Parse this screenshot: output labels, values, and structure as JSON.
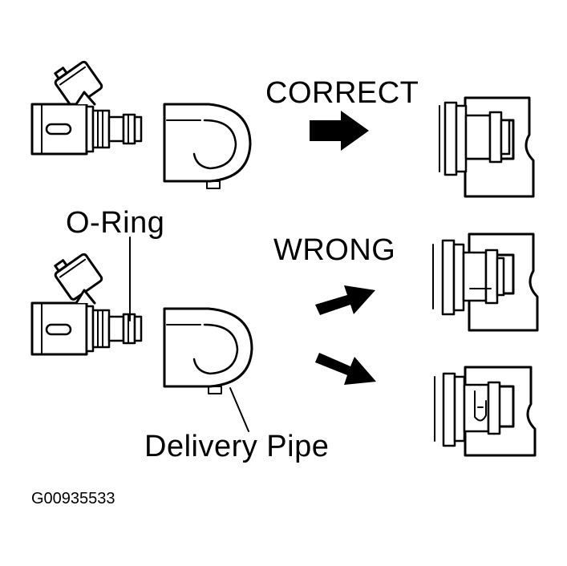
{
  "labels": {
    "correct": "CORRECT",
    "wrong": "WRONG",
    "o_ring": "O-Ring",
    "delivery_pipe": "Delivery Pipe",
    "figure_code": "G00935533"
  },
  "colors": {
    "ink": "#000000",
    "paper": "#ffffff"
  }
}
